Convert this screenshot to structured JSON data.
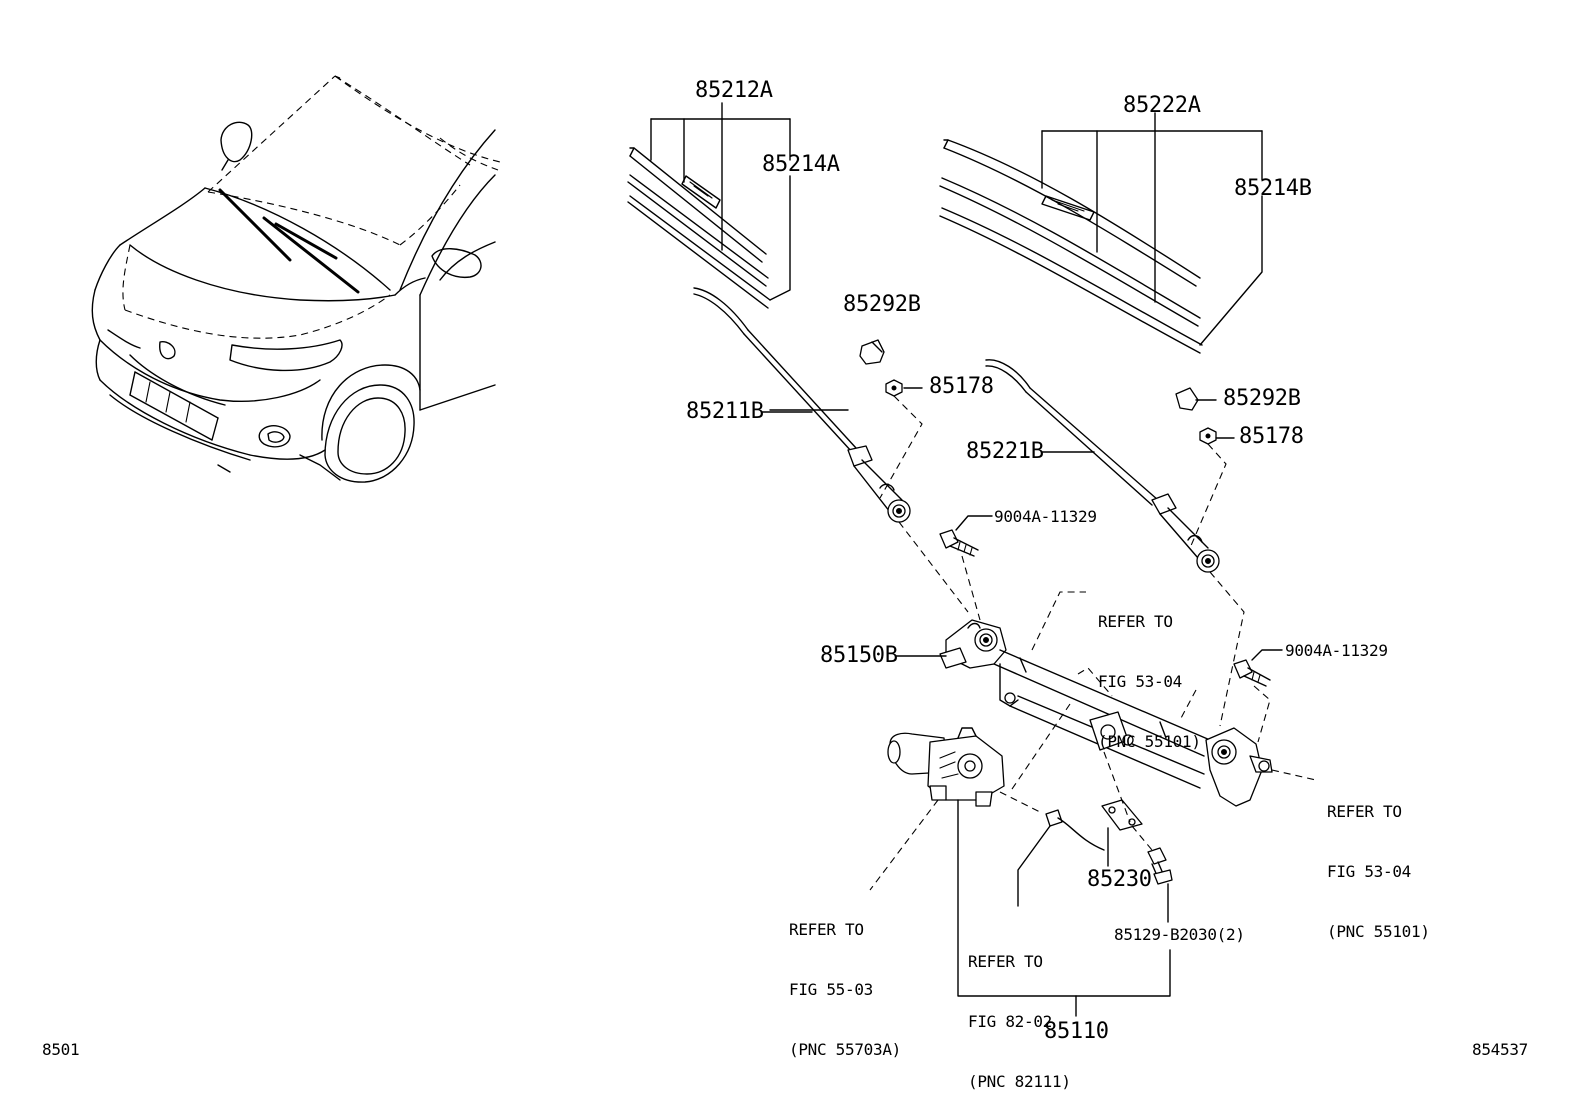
{
  "labels": {
    "p85212A": "85212A",
    "p85214A": "85214A",
    "p85222A": "85222A",
    "p85214B": "85214B",
    "p85292B_left": "85292B",
    "p85292B_right": "85292B",
    "p85178_left": "85178",
    "p85178_right": "85178",
    "p85211B": "85211B",
    "p85221B": "85221B",
    "p9004A_left": "9004A-11329",
    "p9004A_right": "9004A-11329",
    "p85150B": "85150B",
    "p85230": "85230",
    "p85129": "85129-B2030(2)",
    "p85110": "85110"
  },
  "references": {
    "ref_53_04_top": [
      "REFER TO",
      "FIG 53-04",
      "(PNC 55101)"
    ],
    "ref_53_04_right": [
      "REFER TO",
      "FIG 53-04",
      "(PNC 55101)"
    ],
    "ref_55_03": [
      "REFER TO",
      "FIG 55-03",
      "(PNC 55703A)"
    ],
    "ref_82_02": [
      "REFER TO",
      "FIG 82-02",
      "(PNC 82111)"
    ]
  },
  "corner": {
    "left_code": "8501",
    "right_code": "854537"
  }
}
